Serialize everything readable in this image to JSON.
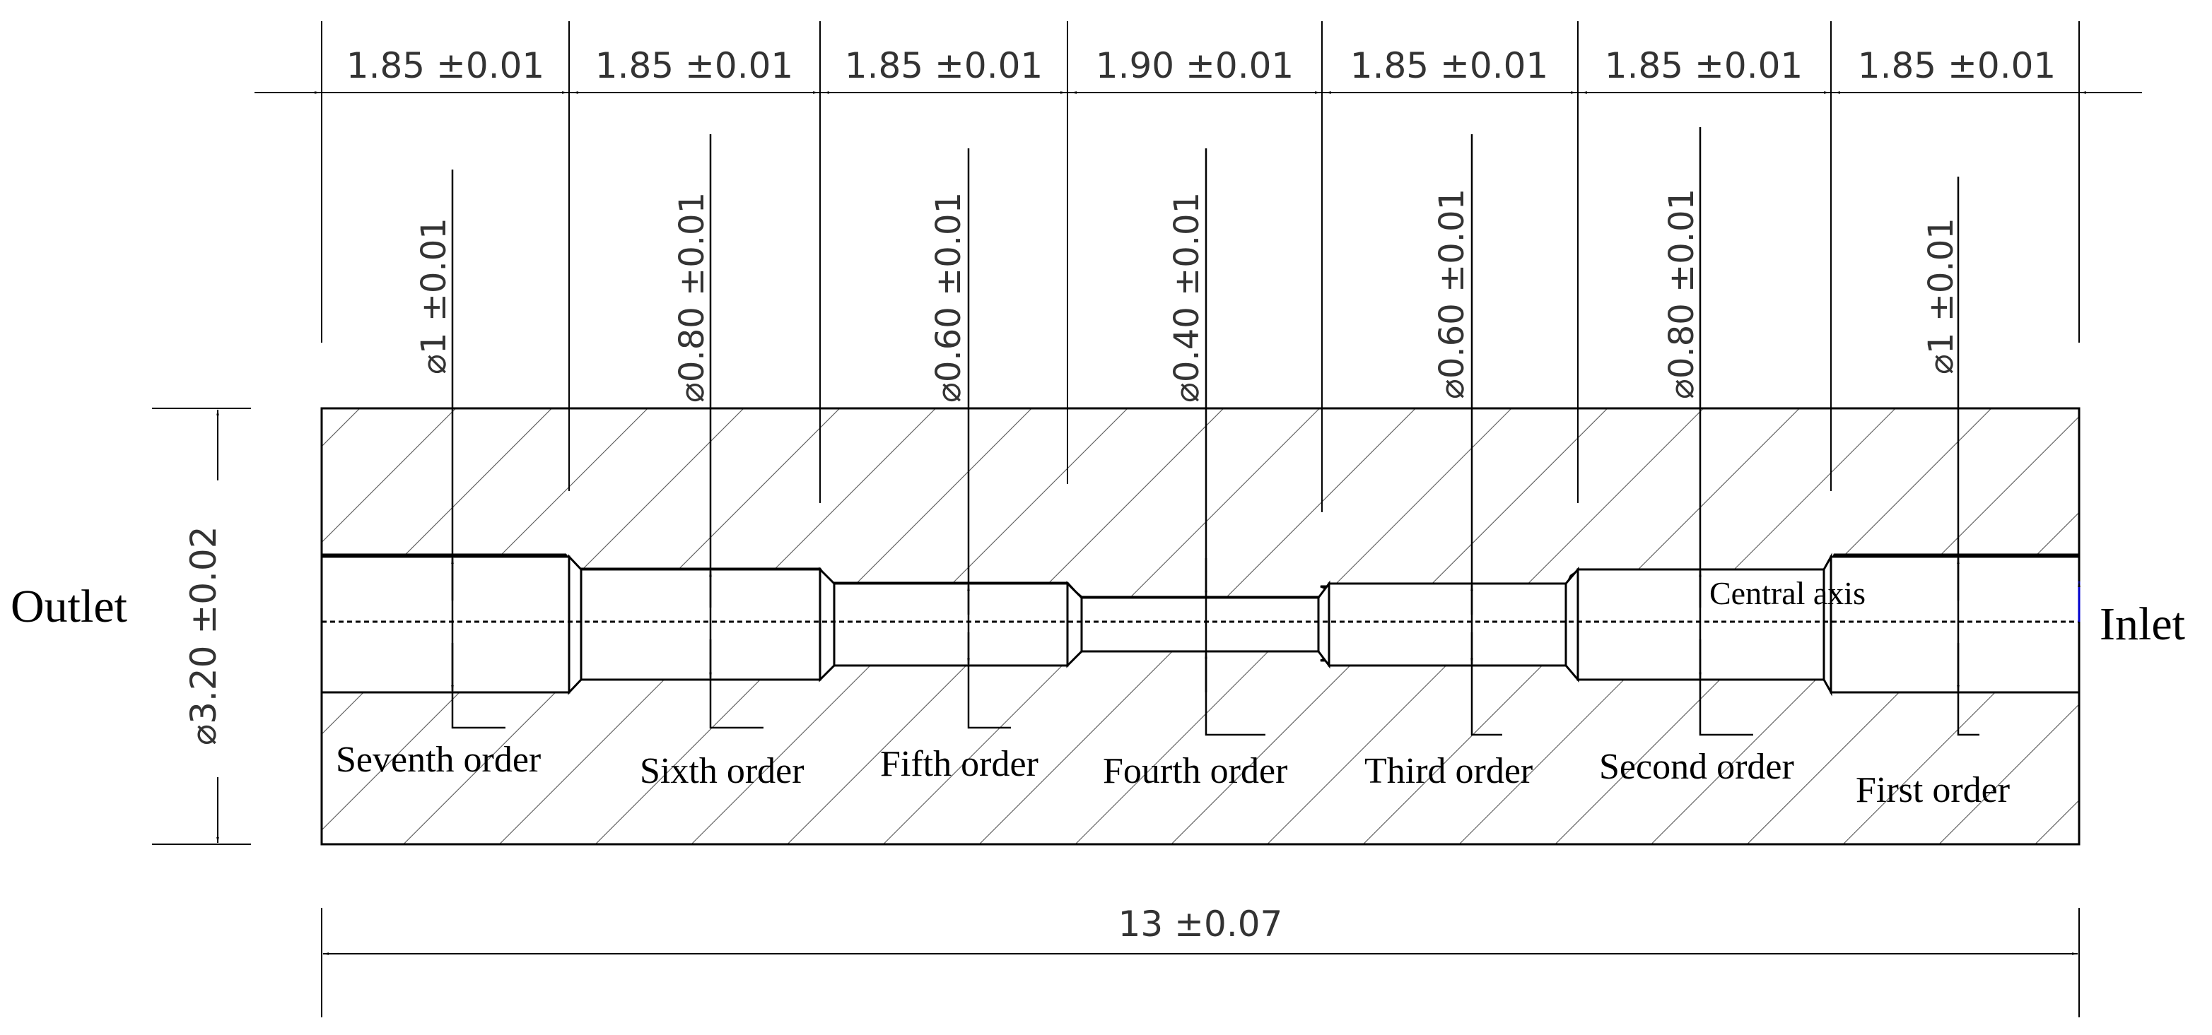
{
  "top_dims": [
    "1.85 ±0.01",
    "1.85 ±0.01",
    "1.85 ±0.01",
    "1.90 ±0.01",
    "1.85 ±0.01",
    "1.85 ±0.01",
    "1.85 ±0.01"
  ],
  "diameters": [
    "⌀1 ±0.01",
    "⌀0.80 ±0.01",
    "⌀0.60 ±0.01",
    "⌀0.40 ±0.01",
    "⌀0.60 ±0.01",
    "⌀0.80 ±0.01",
    "⌀1 ±0.01"
  ],
  "orders": [
    "Seventh order",
    "Sixth order",
    "Fifth order",
    "Fourth order",
    "Third order",
    "Second order",
    "First order"
  ],
  "outer_diameter": "⌀3.20 ±0.02",
  "total_length": "13 ±0.07",
  "outlet_label": "Outlet",
  "inlet_label": "Inlet",
  "central_axis_label": "Central axis"
}
